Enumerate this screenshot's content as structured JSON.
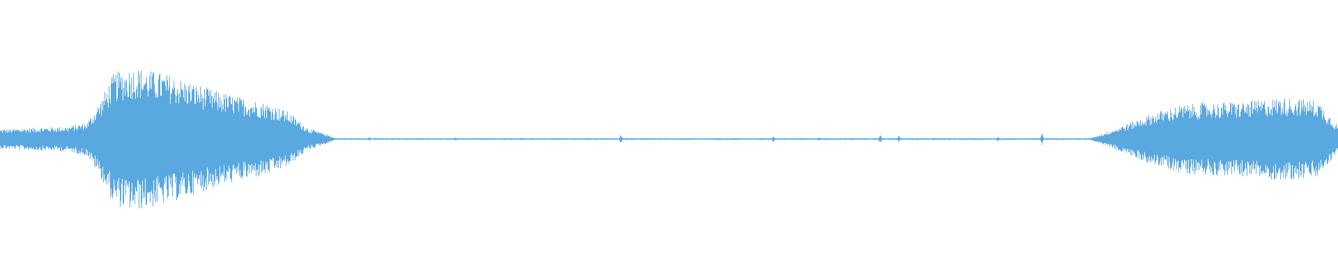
{
  "waveform": {
    "color": "#5aa8e0",
    "background": "#ffffff",
    "sample_count": 1920,
    "amplitude_range": [
      -1,
      1
    ],
    "envelope": [
      {
        "t": 0.0,
        "a": 0.07
      },
      {
        "t": 0.02,
        "a": 0.08
      },
      {
        "t": 0.05,
        "a": 0.09
      },
      {
        "t": 0.065,
        "a": 0.12
      },
      {
        "t": 0.075,
        "a": 0.28
      },
      {
        "t": 0.085,
        "a": 0.48
      },
      {
        "t": 0.1,
        "a": 0.52
      },
      {
        "t": 0.12,
        "a": 0.48
      },
      {
        "t": 0.14,
        "a": 0.42
      },
      {
        "t": 0.16,
        "a": 0.35
      },
      {
        "t": 0.18,
        "a": 0.3
      },
      {
        "t": 0.2,
        "a": 0.26
      },
      {
        "t": 0.215,
        "a": 0.2
      },
      {
        "t": 0.23,
        "a": 0.08
      },
      {
        "t": 0.245,
        "a": 0.03
      },
      {
        "t": 0.25,
        "a": 0.006
      },
      {
        "t": 0.815,
        "a": 0.006
      },
      {
        "t": 0.825,
        "a": 0.04
      },
      {
        "t": 0.84,
        "a": 0.1
      },
      {
        "t": 0.86,
        "a": 0.18
      },
      {
        "t": 0.88,
        "a": 0.24
      },
      {
        "t": 0.9,
        "a": 0.26
      },
      {
        "t": 0.93,
        "a": 0.27
      },
      {
        "t": 0.96,
        "a": 0.3
      },
      {
        "t": 0.985,
        "a": 0.28
      },
      {
        "t": 1.0,
        "a": 0.1
      }
    ],
    "blips": [
      {
        "t": 0.276,
        "a": 0.015
      },
      {
        "t": 0.34,
        "a": 0.012
      },
      {
        "t": 0.39,
        "a": 0.012
      },
      {
        "t": 0.464,
        "a": 0.04
      },
      {
        "t": 0.538,
        "a": 0.012
      },
      {
        "t": 0.578,
        "a": 0.025
      },
      {
        "t": 0.612,
        "a": 0.015
      },
      {
        "t": 0.658,
        "a": 0.035
      },
      {
        "t": 0.672,
        "a": 0.025
      },
      {
        "t": 0.698,
        "a": 0.012
      },
      {
        "t": 0.746,
        "a": 0.02
      },
      {
        "t": 0.779,
        "a": 0.045
      }
    ]
  }
}
